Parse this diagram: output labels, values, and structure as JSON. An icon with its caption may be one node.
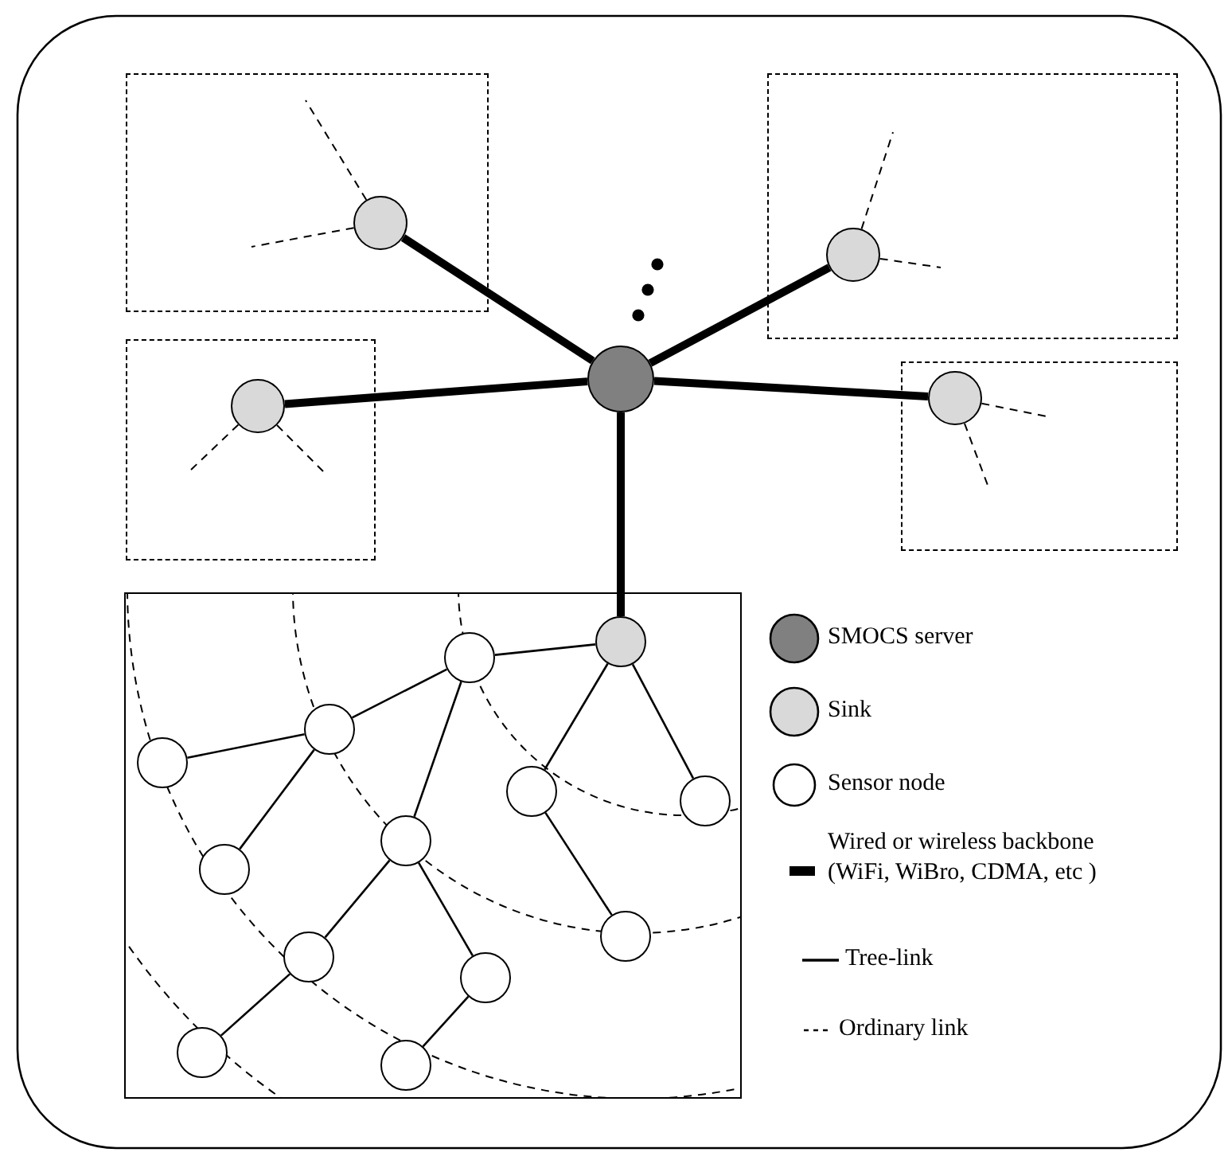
{
  "diagram": {
    "nodes": [
      {
        "text": [],
        "shape": "box"
      },
      {
        "text": [],
        "shape": "circle",
        "in": 0
      },
      {
        "text": [],
        "shape": "box"
      },
      {
        "text": [],
        "shape": "circle",
        "in": 2
      },
      {
        "text": [],
        "shape": "circle"
      },
      {
        "text": [],
        "shape": "box"
      },
      {
        "text": [],
        "shape": "circle",
        "in": 5
      },
      {
        "text": [],
        "shape": "box"
      },
      {
        "text": [],
        "shape": "circle",
        "in": 7
      },
      {
        "text": [],
        "shape": "box"
      },
      {
        "text": [],
        "shape": "circle",
        "in": 9
      },
      {
        "text": [],
        "shape": "circle",
        "in": 9
      },
      {
        "text": [],
        "shape": "circle",
        "in": 9
      },
      {
        "text": [],
        "shape": "circle",
        "in": 9
      },
      {
        "text": [],
        "shape": "circle",
        "in": 9
      },
      {
        "text": [],
        "shape": "circle",
        "in": 9
      },
      {
        "text": [],
        "shape": "circle",
        "in": 9
      },
      {
        "text": [],
        "shape": "circle",
        "in": 9
      },
      {
        "text": [],
        "shape": "circle",
        "in": 9
      },
      {
        "text": [],
        "shape": "circle",
        "in": 9
      },
      {
        "text": [],
        "shape": "circle",
        "in": 9
      },
      {
        "text": [],
        "shape": "circle",
        "in": 9
      },
      {
        "text": [],
        "shape": "circle",
        "in": 9
      }
    ],
    "edges": [
      {
        "from": 4,
        "to": 1,
        "arrow": "none",
        "style": "thick"
      },
      {
        "from": 4,
        "to": 3,
        "arrow": "none",
        "style": "thick"
      },
      {
        "from": 4,
        "to": 6,
        "arrow": "none",
        "style": "thick"
      },
      {
        "from": 4,
        "to": 8,
        "arrow": "none",
        "style": "thick"
      },
      {
        "from": 4,
        "to": 10,
        "arrow": "none",
        "style": "thick"
      },
      {
        "from": 1,
        "to": null,
        "arrow": "none",
        "style": "dashed"
      },
      {
        "from": 1,
        "to": null,
        "arrow": "none",
        "style": "dashed"
      },
      {
        "from": 3,
        "to": null,
        "arrow": "none",
        "style": "dashed"
      },
      {
        "from": 3,
        "to": null,
        "arrow": "none",
        "style": "dashed"
      },
      {
        "from": 6,
        "to": null,
        "arrow": "none",
        "style": "dashed"
      },
      {
        "from": 6,
        "to": null,
        "arrow": "none",
        "style": "dashed"
      },
      {
        "from": 8,
        "to": null,
        "arrow": "none",
        "style": "dashed"
      },
      {
        "from": 8,
        "to": null,
        "arrow": "none",
        "style": "dashed"
      },
      {
        "from": 10,
        "to": 11,
        "arrow": "none"
      },
      {
        "from": 10,
        "to": 14,
        "arrow": "none"
      },
      {
        "from": 10,
        "to": 15,
        "arrow": "none"
      },
      {
        "from": 11,
        "to": 12,
        "arrow": "none"
      },
      {
        "from": 11,
        "to": 17,
        "arrow": "none"
      },
      {
        "from": 12,
        "to": 13,
        "arrow": "none"
      },
      {
        "from": 12,
        "to": 16,
        "arrow": "none"
      },
      {
        "from": 14,
        "to": 20,
        "arrow": "none"
      },
      {
        "from": 17,
        "to": 18,
        "arrow": "none"
      },
      {
        "from": 17,
        "to": 19,
        "arrow": "none"
      },
      {
        "from": 18,
        "to": 21,
        "arrow": "none"
      },
      {
        "from": 19,
        "to": 22,
        "arrow": "none"
      }
    ],
    "legend": [
      {
        "text": "SMOCS server"
      },
      {
        "text": "Sink"
      },
      {
        "text": "Sensor node"
      },
      {
        "text": "Wired or wireless backbone (WiFi, WiBro, CDMA, etc )"
      },
      {
        "text": "Tree-link"
      },
      {
        "text": "Ordinary link"
      }
    ]
  }
}
